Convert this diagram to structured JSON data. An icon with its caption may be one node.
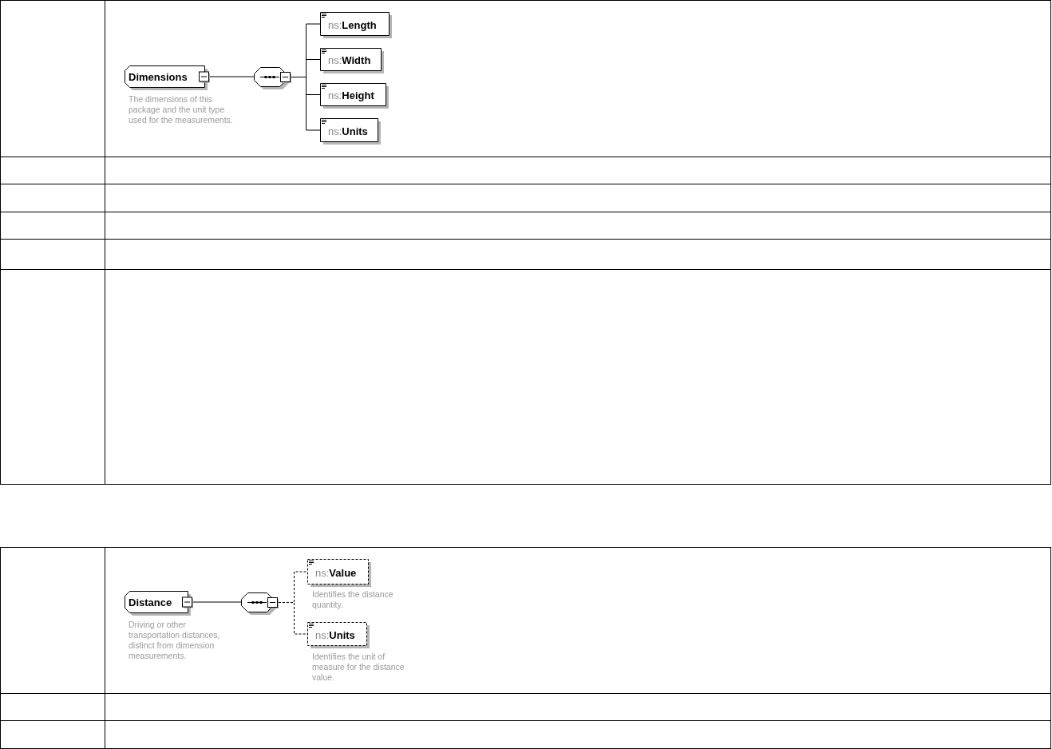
{
  "diagram": {
    "nodes": [
      {
        "text": [
          "Dimensions"
        ],
        "beside": [
          "The dimensions of this package and the unit type used for the measurements."
        ]
      },
      {
        "text": [],
        "shape": "octagon"
      },
      {
        "text": [
          "ns:**Length**"
        ]
      },
      {
        "text": [
          "ns:**Width**"
        ]
      },
      {
        "text": [
          "ns:**Height**"
        ]
      },
      {
        "text": [
          "ns:**Units**"
        ]
      },
      {
        "text": [
          "Distance"
        ],
        "beside": [
          "Driving or other transportation distances, distinct from dimension measurements."
        ]
      },
      {
        "text": [],
        "shape": "octagon"
      },
      {
        "text": [
          "ns:**Value**"
        ],
        "beside": [
          "Identifies the distance quantity."
        ]
      },
      {
        "text": [
          "ns:**Units**"
        ],
        "beside": [
          "Identifies the unit of measure for the distance value."
        ]
      }
    ],
    "edges": [
      {
        "from": 0,
        "to": 1,
        "arrow": "none"
      },
      {
        "from": 1,
        "to": 2,
        "arrow": "none"
      },
      {
        "from": 1,
        "to": 3,
        "arrow": "none"
      },
      {
        "from": 1,
        "to": 4,
        "arrow": "none"
      },
      {
        "from": 1,
        "to": 5,
        "arrow": "none"
      },
      {
        "from": 6,
        "to": 7,
        "arrow": "none"
      },
      {
        "from": 7,
        "to": 8,
        "arrow": "none",
        "style": "dashed"
      },
      {
        "from": 7,
        "to": 9,
        "arrow": "none",
        "style": "dashed"
      }
    ]
  }
}
